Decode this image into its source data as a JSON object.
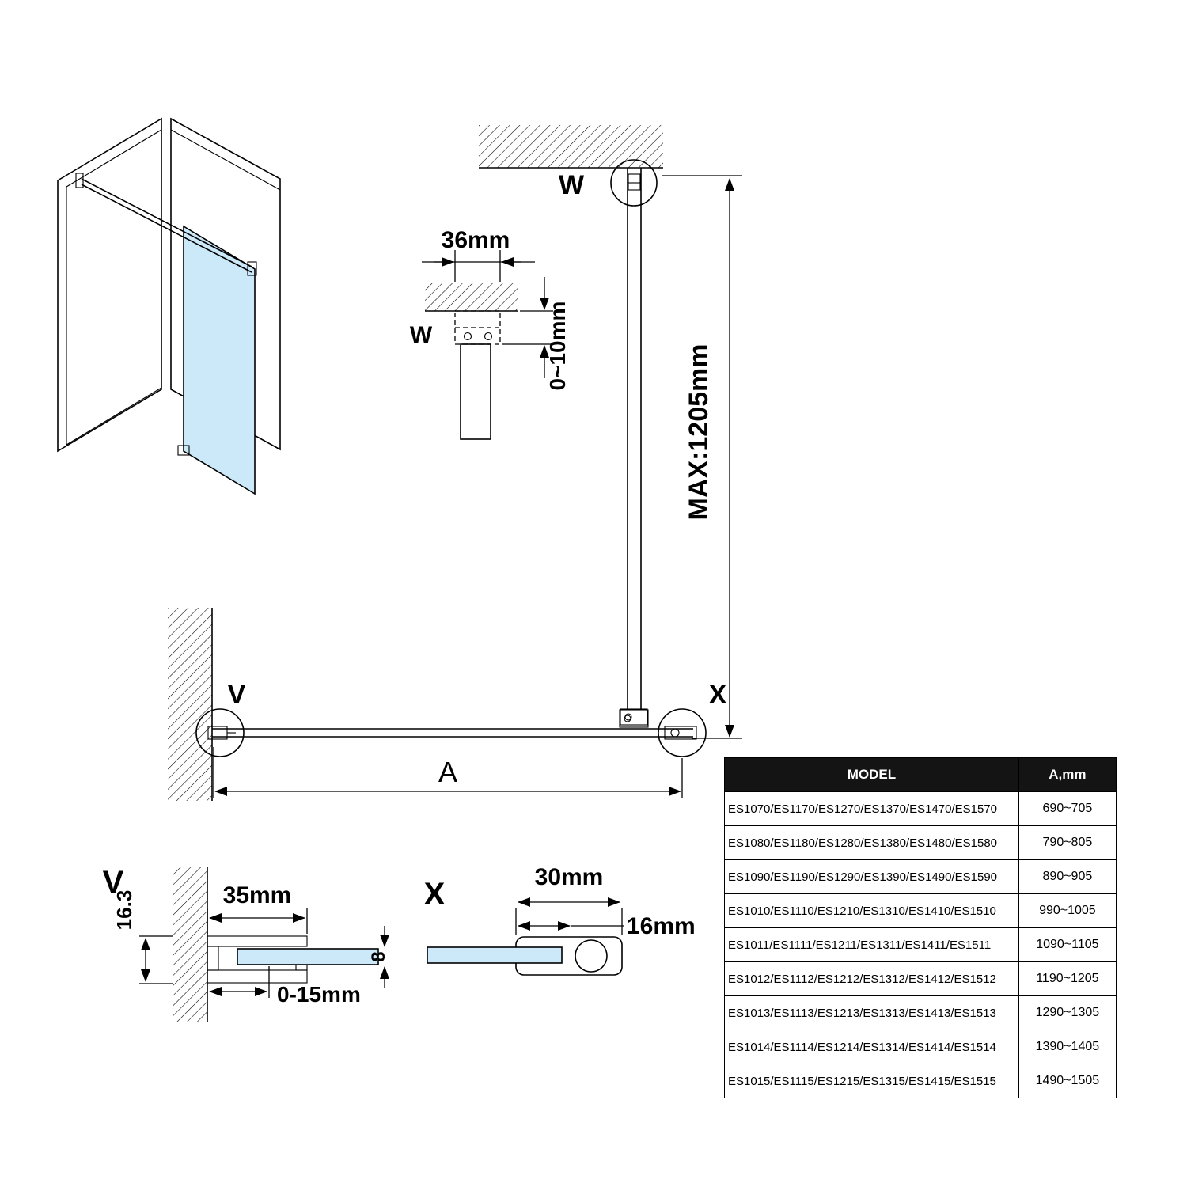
{
  "colors": {
    "glass": "#cbe9f9",
    "line": "#000000",
    "table_header_bg": "#141414",
    "table_header_text": "#ffffff"
  },
  "diagram": {
    "detail_w": {
      "label": "W",
      "width": "36mm",
      "gap": "0~10mm"
    },
    "elevation": {
      "circle_label": "W",
      "max_height": "MAX:1205mm"
    },
    "plan": {
      "left_label": "V",
      "right_label": "X",
      "span_label": "A"
    },
    "detail_v": {
      "label": "V",
      "profile_width": "35mm",
      "profile_height": "16.3",
      "glass_thickness": "8",
      "adjustment": "0-15mm"
    },
    "detail_x": {
      "label": "X",
      "clamp_width": "30mm",
      "insert_depth": "16mm"
    }
  },
  "table": {
    "headers": [
      "MODEL",
      "A,mm"
    ],
    "rows": [
      {
        "model": "ES1070/ES1170/ES1270/ES1370/ES1470/ES1570",
        "a": "690~705"
      },
      {
        "model": "ES1080/ES1180/ES1280/ES1380/ES1480/ES1580",
        "a": "790~805"
      },
      {
        "model": "ES1090/ES1190/ES1290/ES1390/ES1490/ES1590",
        "a": "890~905"
      },
      {
        "model": "ES1010/ES1110/ES1210/ES1310/ES1410/ES1510",
        "a": "990~1005"
      },
      {
        "model": "ES1011/ES1111/ES1211/ES1311/ES1411/ES1511",
        "a": "1090~1105"
      },
      {
        "model": "ES1012/ES1112/ES1212/ES1312/ES1412/ES1512",
        "a": "1190~1205"
      },
      {
        "model": "ES1013/ES1113/ES1213/ES1313/ES1413/ES1513",
        "a": "1290~1305"
      },
      {
        "model": "ES1014/ES1114/ES1214/ES1314/ES1414/ES1514",
        "a": "1390~1405"
      },
      {
        "model": "ES1015/ES1115/ES1215/ES1315/ES1415/ES1515",
        "a": "1490~1505"
      }
    ]
  }
}
